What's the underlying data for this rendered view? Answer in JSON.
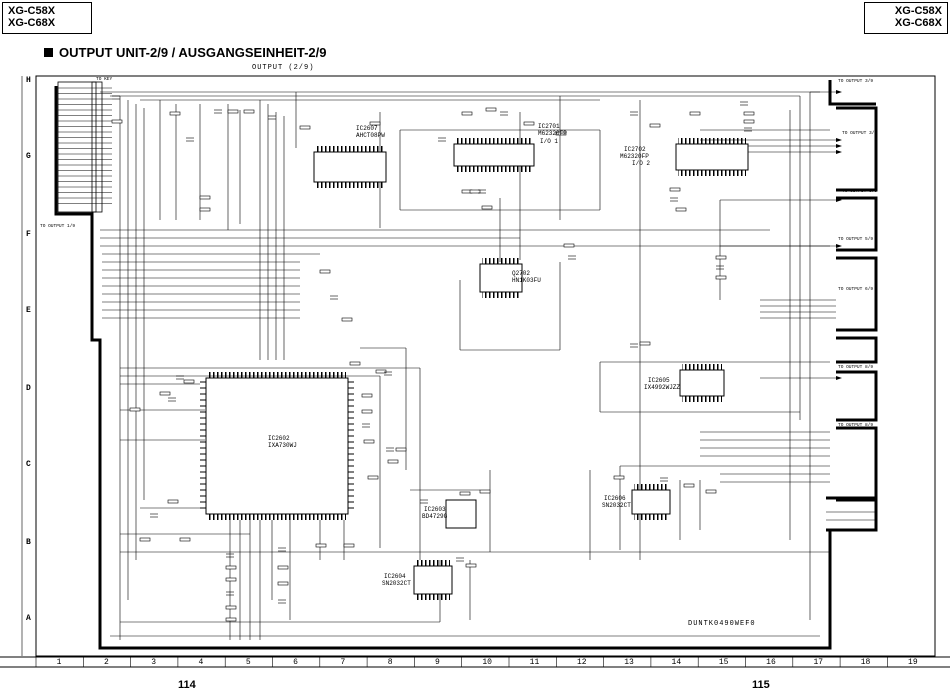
{
  "header": {
    "model_left_line1": "XG-C58X",
    "model_left_line2": "XG-C68X",
    "model_right_line1": "XG-C58X",
    "model_right_line2": "XG-C68X",
    "title": "OUTPUT UNIT-2/9 / AUSGANGSEINHEIT-2/9",
    "subtitle": "OUTPUT (2/9)"
  },
  "grid": {
    "row_labels": [
      "H",
      "G",
      "F",
      "E",
      "D",
      "C",
      "B",
      "A"
    ],
    "column_labels": [
      "1",
      "2",
      "3",
      "4",
      "5",
      "6",
      "7",
      "8",
      "9",
      "10",
      "11",
      "12",
      "13",
      "14",
      "15",
      "16",
      "17",
      "18",
      "19"
    ]
  },
  "ics": [
    {
      "ref": "IC2607",
      "part": "AHCT08PW"
    },
    {
      "ref": "IC2701",
      "part": "M62320FP",
      "note": "I/O 1"
    },
    {
      "ref": "IC2702",
      "part": "M62320FP",
      "note": "I/O 2"
    },
    {
      "ref": "Q2702",
      "part": "HN1K03FU"
    },
    {
      "ref": "IC2602",
      "part": "IXA730WJ"
    },
    {
      "ref": "IC2605",
      "part": "IX4992WJZZ"
    },
    {
      "ref": "IC2603",
      "part": "BD4729G"
    },
    {
      "ref": "IC2606",
      "part": "SN2032CT"
    },
    {
      "ref": "IC2604",
      "part": "SN2032CT"
    }
  ],
  "labels": {
    "to_key": "TO KEY",
    "to_output_1_9": "TO OUTPUT 1/9",
    "to_output_3_9": "TO OUTPUT 3/9",
    "to_output_5_9": "TO OUTPUT 5/9",
    "to_output_6_9": "TO OUTPUT 6/9",
    "to_output_8_9": "TO OUTPUT 8/9",
    "board_code": "DUNTK0490WEF0"
  },
  "footer": {
    "page_left": "114",
    "page_right": "115"
  }
}
